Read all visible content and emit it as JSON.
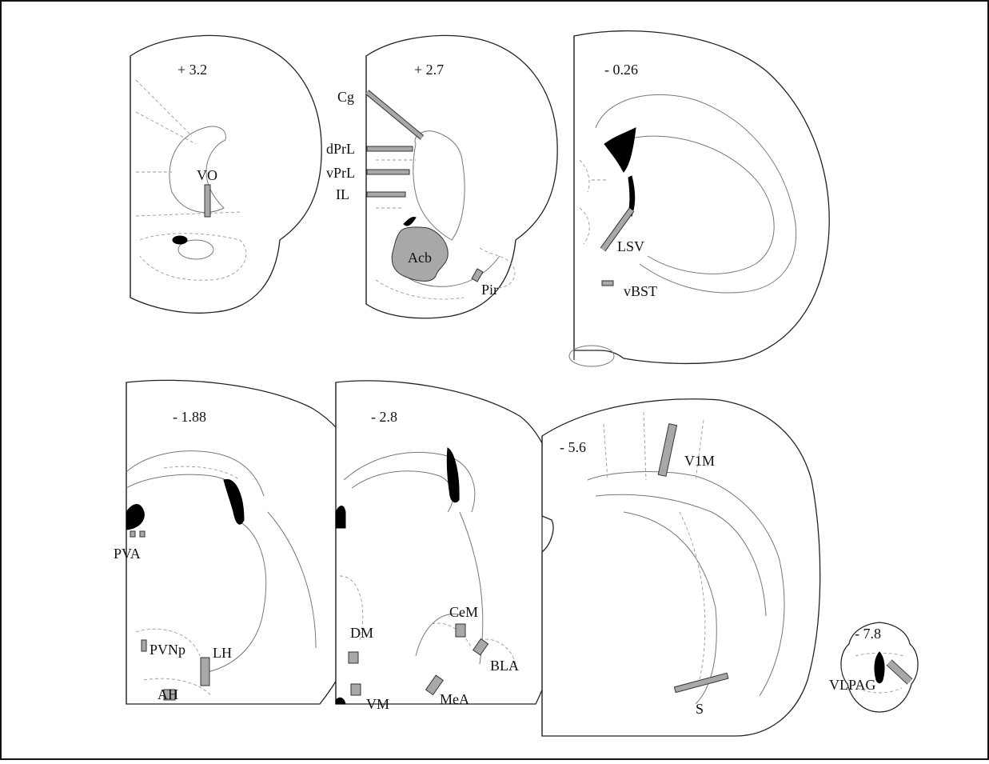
{
  "colors": {
    "site_fill": "#a8a8a8",
    "ventricle": "#000000",
    "outline": "#222222",
    "background": "#ffffff"
  },
  "sections": [
    {
      "coord": "+ 3.2",
      "labels": [
        "VO"
      ]
    },
    {
      "coord": "+ 2.7",
      "labels": [
        "Cg",
        "dPrL",
        "vPrL",
        "IL",
        "Acb",
        "Pir"
      ]
    },
    {
      "coord": "- 0.26",
      "labels": [
        "LSV",
        "vBST"
      ]
    },
    {
      "coord": "- 1.88",
      "labels": [
        "PVA",
        "PVNp",
        "LH",
        "AH"
      ]
    },
    {
      "coord": "- 2.8",
      "labels": [
        "DM",
        "VM",
        "CeM",
        "BLA",
        "MeA"
      ]
    },
    {
      "coord": "- 5.6",
      "labels": [
        "V1M",
        "S"
      ]
    },
    {
      "coord": "- 7.8",
      "labels": [
        "VLPAG"
      ]
    }
  ]
}
